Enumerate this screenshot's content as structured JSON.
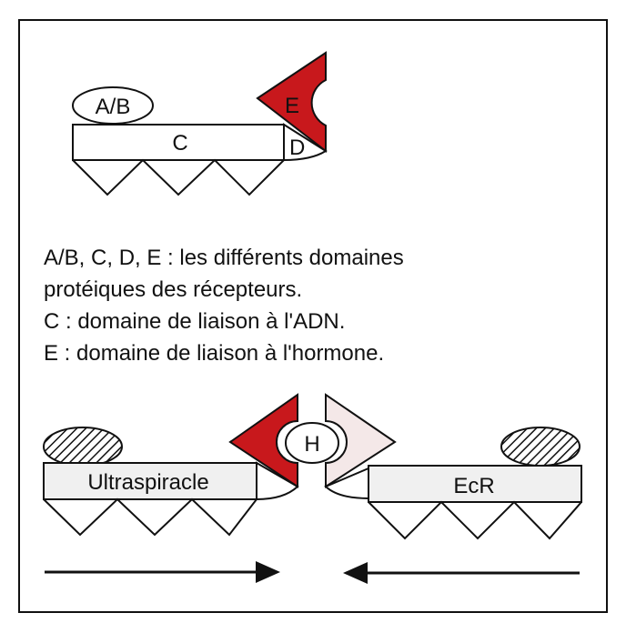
{
  "top_receptor": {
    "domain_ab": "A/B",
    "domain_c": "C",
    "domain_d": "D",
    "domain_e": "E"
  },
  "legend": {
    "line1": "A/B, C, D, E : les différents domaines",
    "line2": "protéiques des récepteurs.",
    "line3": "C : domaine de liaison à l'ADN.",
    "line4": "E : domaine de liaison à l'hormone."
  },
  "bottom": {
    "left_receptor_label": "Ultraspiracle",
    "right_receptor_label": "EcR",
    "hormone_label": "H"
  },
  "colors": {
    "domain_e_red": "#c8181c",
    "domain_e_pale": "#f4e8e8",
    "box_fill": "#f0f0f0",
    "stroke": "#111111"
  }
}
